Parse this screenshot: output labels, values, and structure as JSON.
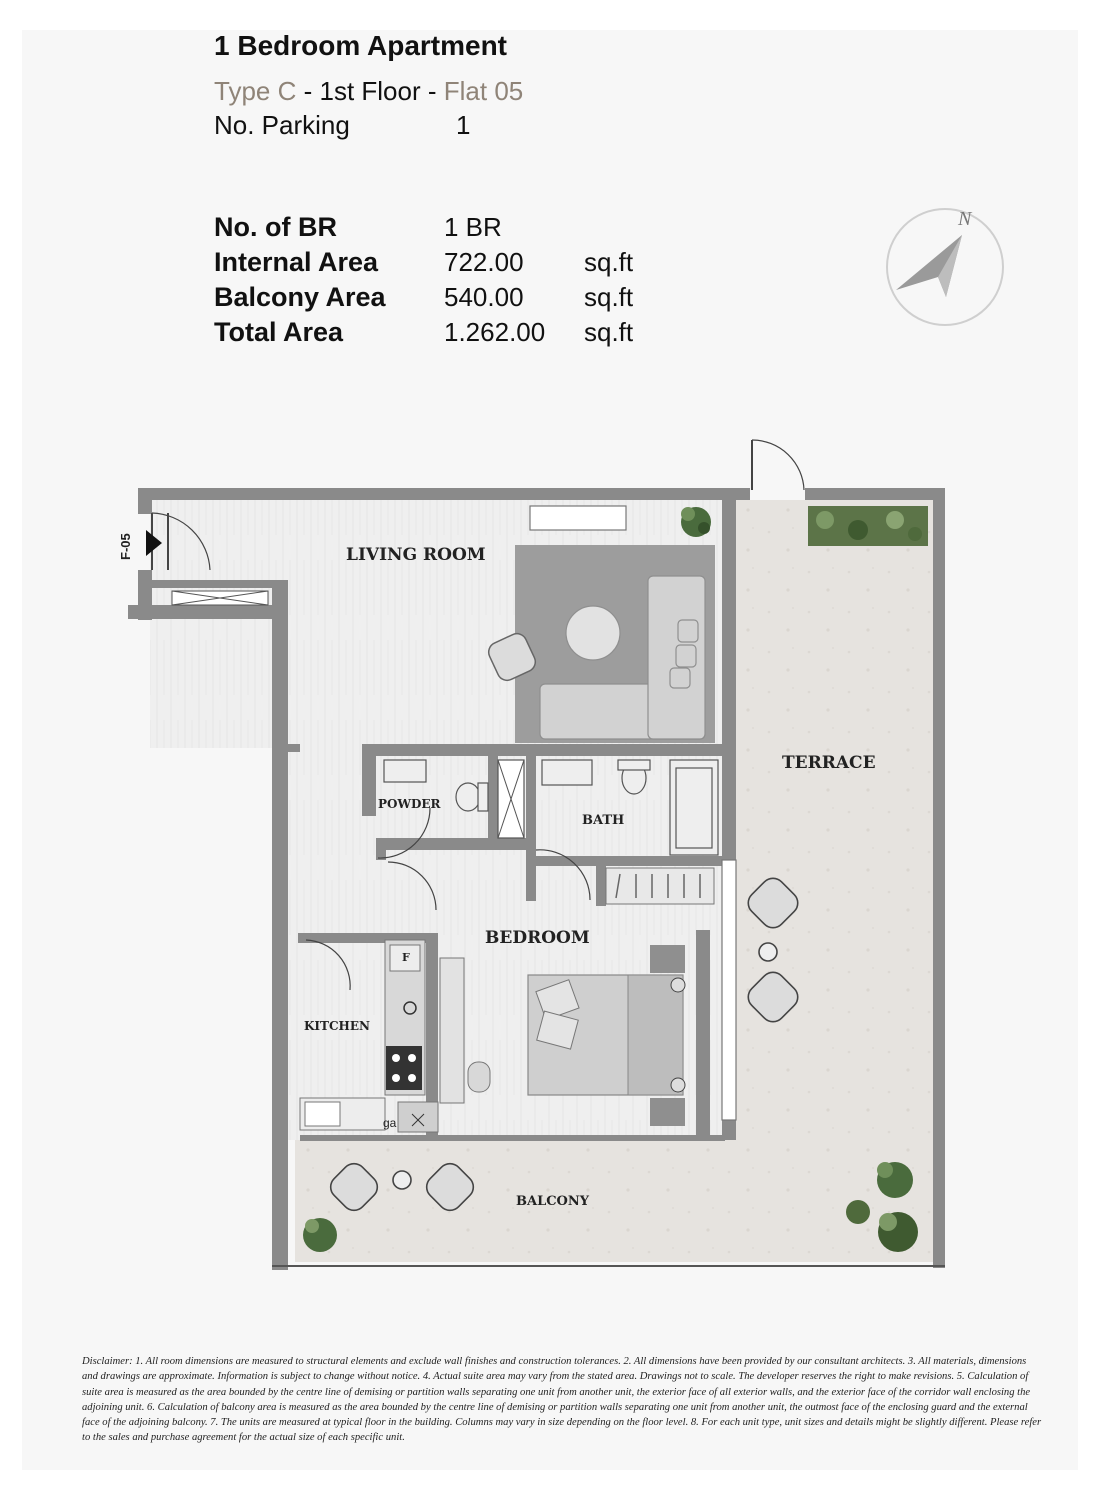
{
  "header": {
    "title": "1 Bedroom Apartment",
    "type": "Type C",
    "sep1": " - ",
    "floor": "1st Floor",
    "sep2": " - ",
    "flat": "Flat 05",
    "parking_label": "No. Parking",
    "parking_value": "1"
  },
  "specs": [
    {
      "label": "No. of BR",
      "value": "1 BR",
      "unit": ""
    },
    {
      "label": "Internal Area",
      "value": "722.00",
      "unit": "sq.ft"
    },
    {
      "label": "Balcony Area",
      "value": "540.00",
      "unit": "sq.ft"
    },
    {
      "label": "Total Area",
      "value": "1.262.00",
      "unit": "sq.ft"
    }
  ],
  "compass": {
    "north_label": "N"
  },
  "plan": {
    "unit_tag": "F-05",
    "rooms": {
      "living_room": "LIVING ROOM",
      "terrace": "TERRACE",
      "powder": "POWDER",
      "bath": "BATH",
      "bedroom": "BEDROOM",
      "kitchen": "KITCHEN",
      "balcony": "BALCONY",
      "fridge": "F",
      "gas": "ga"
    }
  },
  "colors": {
    "wall": "#8a8a8a",
    "floor_wood": "#eeeeee",
    "terrace": "#e7e4e0",
    "rug": "#9d9d9d",
    "furniture": "#d2d2d2",
    "accent_text": "#8f8478"
  },
  "disclaimer": "Disclaimer: 1. All room dimensions are measured to structural elements and exclude wall finishes and construction tolerances. 2. All dimensions have been provided by our consultant architects. 3. All materials, dimensions and drawings are approximate. Information is subject to change without notice. 4. Actual suite area may vary from the stated area. Drawings not to scale. The developer reserves the right to make revisions. 5. Calculation of suite area is measured as the area bounded by the centre line of demising or partition walls separating one unit from another unit, the exterior face of all exterior walls, and the exterior face of the corridor wall enclosing the adjoining unit. 6. Calculation of balcony area is measured as the area bounded by the centre line of demising or partition walls separating one unit from another unit, the outmost face of the enclosing guard and the external face of the adjoining balcony. 7. The units are measured at typical floor in the building. Columns may vary in size depending on the floor level. 8. For each unit type, unit sizes and details might be slightly different. Please refer to the sales and purchase agreement for the actual size of each specific unit."
}
